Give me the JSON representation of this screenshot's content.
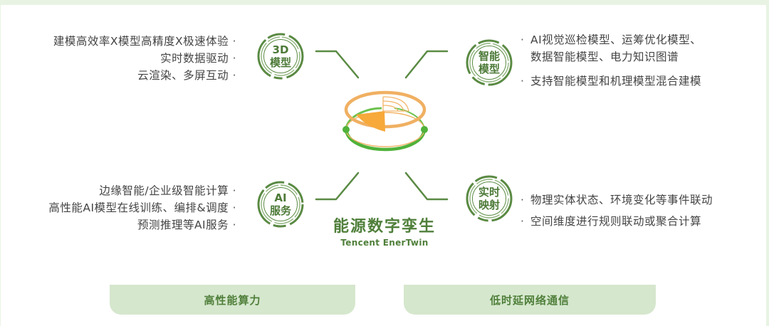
{
  "colors": {
    "frame_bg": "#e8f3e3",
    "panel_bg": "#ffffff",
    "accent_green": "#4f7f3a",
    "badge_green": "#5a8a43",
    "ring_orange": "#f2b466",
    "wedge_orange": "#f7a93a",
    "ring_green": "#4fb23a",
    "footer_bg": "#d5e7cd",
    "text_gray": "#444444"
  },
  "center": {
    "title_cn": "能源数字孪生",
    "title_en": "Tencent EnerTwin",
    "icon": "orbit-rings-radar-icon"
  },
  "quadrants": {
    "top_left": {
      "badge": [
        "3D",
        "模型"
      ],
      "items": [
        "建模高效率X模型高精度X极速体验",
        "实时数据驱动",
        "云渲染、多屏互动"
      ]
    },
    "top_right": {
      "badge": [
        "智能",
        "模型"
      ],
      "items": [
        [
          "AI视觉巡检模型、运筹优化模型、",
          "数据智能模型、电力知识图谱"
        ],
        [
          "支持智能模型和机理模型混合建模"
        ]
      ]
    },
    "bottom_left": {
      "badge": [
        "AI",
        "服务"
      ],
      "items": [
        "边缘智能/企业级智能计算",
        "高性能AI模型在线训练、编排&调度",
        "预测推理等AI服务"
      ]
    },
    "bottom_right": {
      "badge": [
        "实时",
        "映射"
      ],
      "items": [
        "物理实体状态、环境变化等事件联动",
        "空间维度进行规则联动或聚合计算"
      ]
    }
  },
  "footer": {
    "left": "高性能算力",
    "right": "低时延网络通信"
  },
  "bullet": "·"
}
